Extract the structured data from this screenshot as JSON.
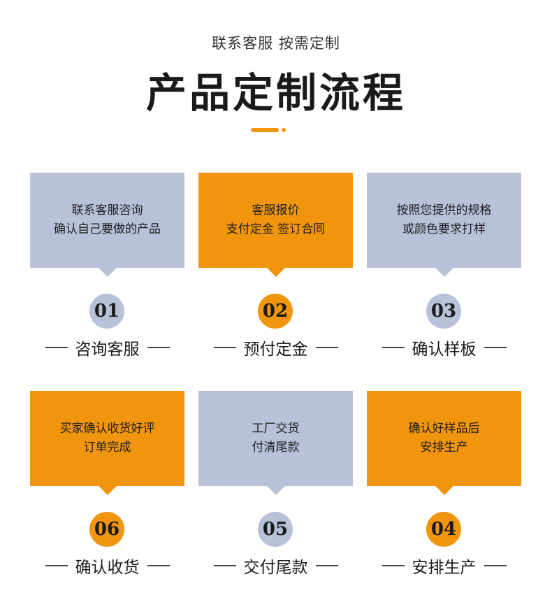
{
  "header": {
    "subtitle": "联系客服 按需定制",
    "title": "产品定制流程"
  },
  "colors": {
    "blue": "#b7c2d9",
    "orange": "#f0950d"
  },
  "steps": [
    {
      "number": "01",
      "line1": "联系客服咨询",
      "line2": "确认自己要做的产品",
      "label": "咨询客服",
      "color": "blue"
    },
    {
      "number": "02",
      "line1": "客服报价",
      "line2": "支付定金 签订合同",
      "label": "预付定金",
      "color": "orange"
    },
    {
      "number": "03",
      "line1": "按照您提供的规格",
      "line2": "或颜色要求打样",
      "label": "确认样板",
      "color": "blue"
    },
    {
      "number": "06",
      "line1": "买家确认收货好评",
      "line2": "订单完成",
      "label": "确认收货",
      "color": "orange"
    },
    {
      "number": "05",
      "line1": "工厂交货",
      "line2": "付清尾款",
      "label": "交付尾款",
      "color": "blue"
    },
    {
      "number": "04",
      "line1": "确认好样品后",
      "line2": "安排生产",
      "label": "安排生产",
      "color": "orange"
    }
  ]
}
